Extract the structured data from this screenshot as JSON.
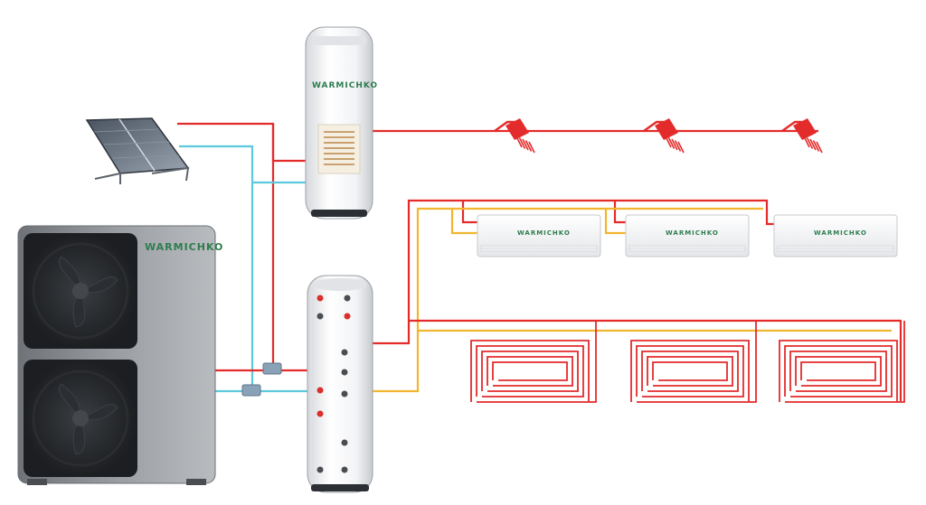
{
  "brand": {
    "name": "WARMICHKO",
    "color": "#2e7d4f"
  },
  "pipes": {
    "hot_color": "#e42b2b",
    "cold_color": "#5cc9dc",
    "return_color": "#f1b52f"
  },
  "components": {
    "heat_pump": {
      "label": "WARMICHKO",
      "icon": "heat-pump-unit"
    },
    "solar_panel": {
      "icon": "solar-collector"
    },
    "water_tank": {
      "label": "WARMICHKO",
      "icon": "hot-water-cylinder"
    },
    "buffer_tank": {
      "icon": "buffer-tank"
    },
    "showers": [
      {
        "icon": "shower-head-icon"
      },
      {
        "icon": "shower-head-icon"
      },
      {
        "icon": "shower-head-icon"
      }
    ],
    "fan_coils": [
      {
        "label": "WARMICHKO"
      },
      {
        "label": "WARMICHKO"
      },
      {
        "label": "WARMICHKO"
      }
    ],
    "floor_loops": [
      {
        "icon": "underfloor-heating-coil"
      },
      {
        "icon": "underfloor-heating-coil"
      },
      {
        "icon": "underfloor-heating-coil"
      }
    ]
  }
}
